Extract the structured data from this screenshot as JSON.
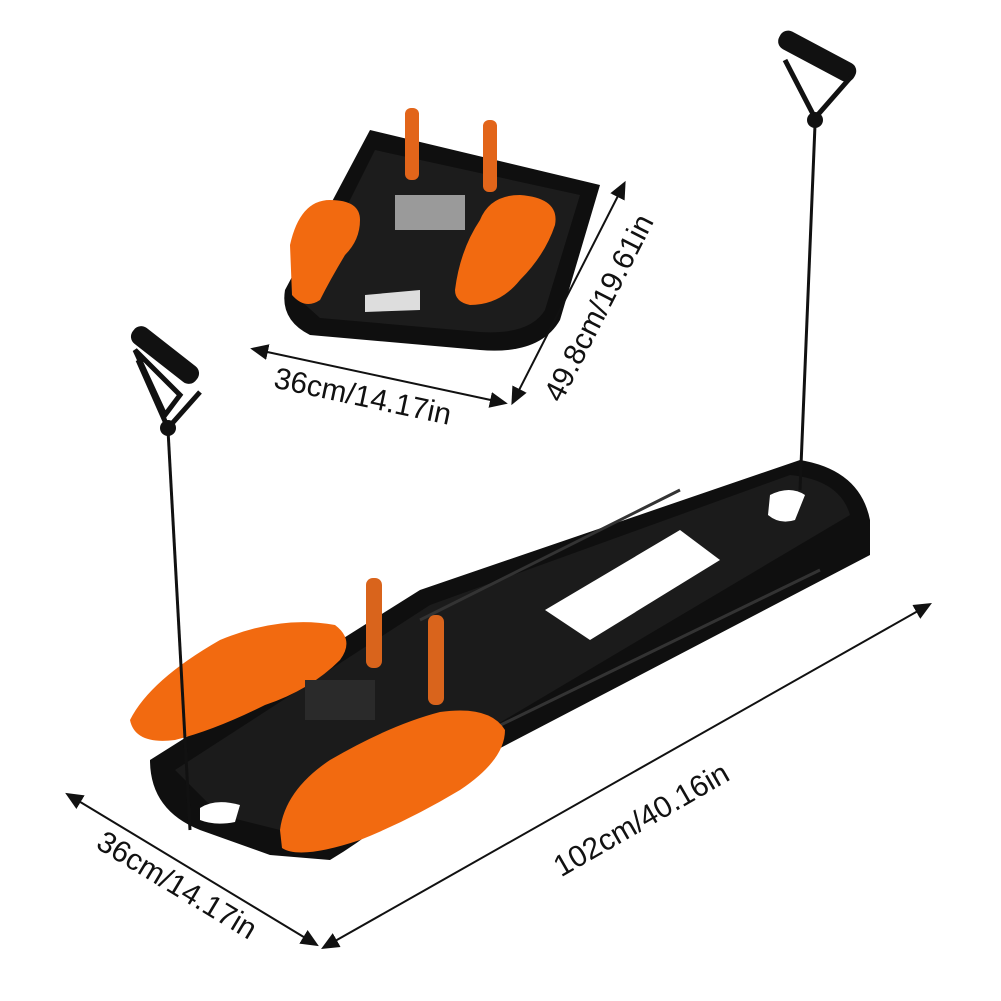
{
  "product": {
    "description": "Orange and black foldable fitness board with resistance bands, shown folded and unfolded",
    "colors": {
      "board": "#111111",
      "accent": "#f26a10",
      "background": "#ffffff",
      "line": "#111111"
    }
  },
  "dimensions": {
    "folded_width": "36cm/14.17in",
    "folded_length": "49.8cm/19.61in",
    "unfolded_length": "102cm/40.16in",
    "unfolded_width": "36cm/14.17in"
  }
}
